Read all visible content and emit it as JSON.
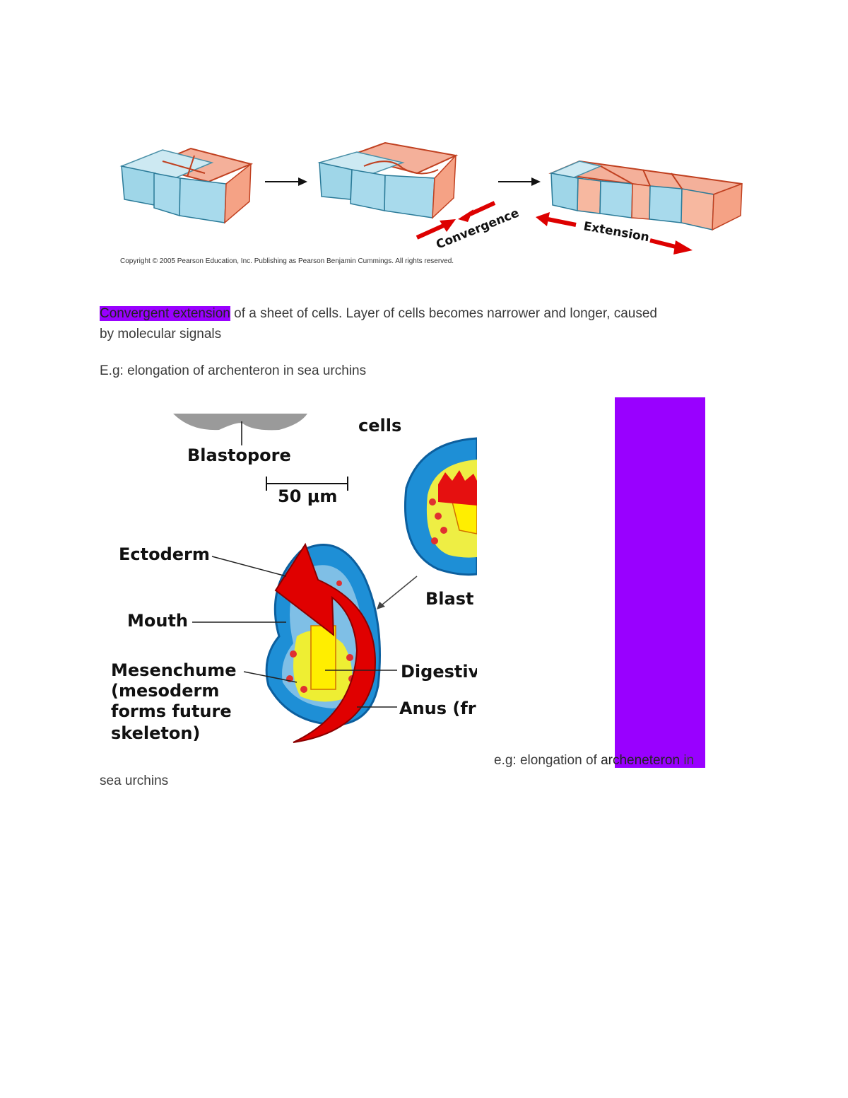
{
  "figure1": {
    "convergence_label": "Convergence",
    "extension_label": "Extension",
    "copyright": "Copyright © 2005 Pearson Education, Inc. Publishing as Pearson Benjamin Cummings. All rights reserved."
  },
  "paragraph1": {
    "highlight": "Convergent extension",
    "rest_line1": " of a sheet of cells. Layer of cells becomes narrower and longer, caused",
    "line2": "by molecular signals"
  },
  "paragraph2": "E.g: elongation of archenteron in sea urchins",
  "figure2": {
    "cells": "cells",
    "blastopore": "Blastopore",
    "scale": "50 μm",
    "ectoderm": "Ectoderm",
    "blastocoel_partial": "Blast",
    "mouth": "Mouth",
    "mesenchyme_1": "Mesenchume",
    "mesenchyme_2": "(mesoderm",
    "mesenchyme_3": "forms future",
    "mesenchyme_4": "skeleton)",
    "digestive_partial": "Digestiv",
    "anus_partial": "Anus (fr"
  },
  "caption": {
    "prefix": "e.g: elongation of ",
    "highlight": "archeneteron",
    "suffix": " in",
    "line2": "sea urchins"
  },
  "colors": {
    "highlight": "#9900ff",
    "cell_blue": "#a9dcec",
    "cell_salmon": "#f7b8a0",
    "arrow_red": "#dd0000"
  }
}
